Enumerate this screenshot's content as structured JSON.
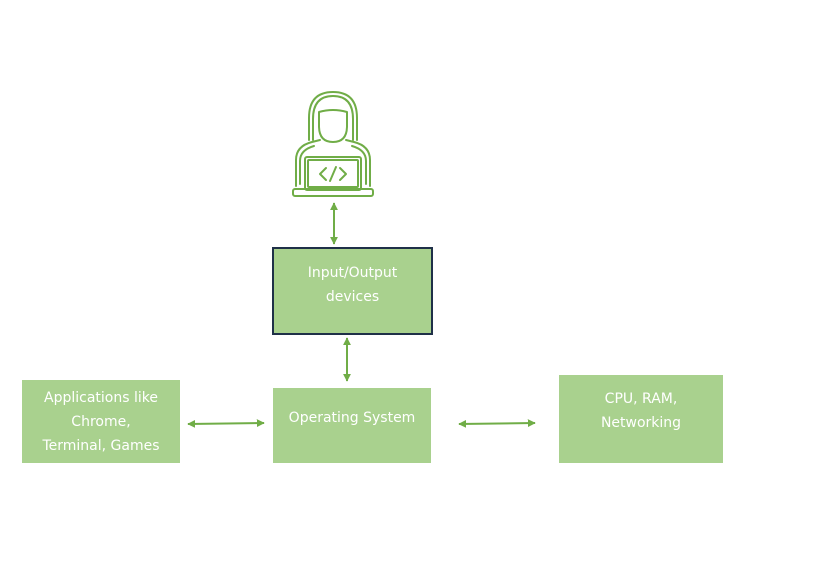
{
  "diagram": {
    "accent_color": "#70ad47",
    "box_fill": "#a9d18e",
    "highlight_border": "#1f3048",
    "user_icon": "developer-laptop-icon",
    "nodes": {
      "io_devices": {
        "label_line1": "Input/Output",
        "label_line2": "devices"
      },
      "operating_system": {
        "label_line1": "Operating System"
      },
      "applications": {
        "label_line1": "Applications like",
        "label_line2": "Chrome,",
        "label_line3": "Terminal, Games"
      },
      "hardware": {
        "label_line1": "CPU, RAM,",
        "label_line2": "Networking"
      }
    },
    "edges": [
      {
        "from": "user",
        "to": "io_devices",
        "direction": "bidirectional"
      },
      {
        "from": "io_devices",
        "to": "operating_system",
        "direction": "bidirectional"
      },
      {
        "from": "applications",
        "to": "operating_system",
        "direction": "bidirectional"
      },
      {
        "from": "operating_system",
        "to": "hardware",
        "direction": "bidirectional"
      }
    ]
  }
}
